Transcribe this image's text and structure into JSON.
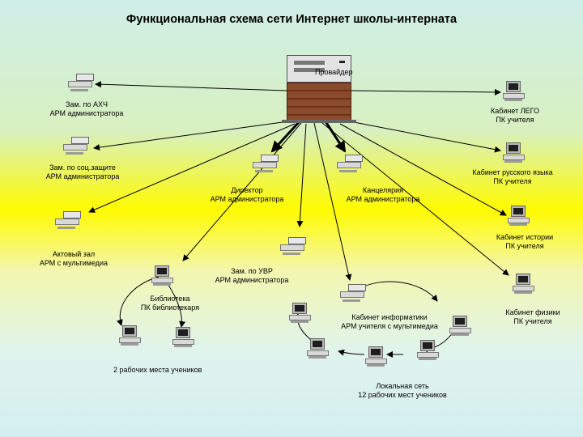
{
  "title": "Функциональная схема сети Интернет школы-интерната",
  "server": {
    "label": "Провайдер"
  },
  "labels": {
    "zam_ahch": "Зам. по АХЧ\nАРМ администратора",
    "lego": "Кабинет ЛЕГО\nПК учителя",
    "zam_soc": "Зам. по соц.защите\nАРМ администратора",
    "russian": "Кабинет русского языка\nПК учителя",
    "director": "Директор\nАРМ администратора",
    "office": "Канцелярия\nАРМ администратора",
    "history": "Кабинет истории\nПК учителя",
    "hall": "Актовый зал\nАРМ с мультимедиа",
    "zam_uvr": "Зам. по УВР\nАРМ администратора",
    "library": "Библиотека\nПК библиотекаря",
    "informatics": "Кабинет информатики\nАРМ учителя с мультимедиа",
    "physics": "Кабинет физики\nПК учителя",
    "students2": "2 рабочих места учеников",
    "lan": "Локальная сеть\n12 рабочих мест учеников"
  },
  "nodes": [
    {
      "name": "pc-zam-ahch",
      "icon": "computer-icon"
    },
    {
      "name": "pc-lego",
      "icon": "computer-icon"
    },
    {
      "name": "pc-zam-soc",
      "icon": "computer-icon"
    },
    {
      "name": "pc-russian",
      "icon": "computer-icon"
    },
    {
      "name": "pc-director",
      "icon": "computer-icon"
    },
    {
      "name": "pc-office",
      "icon": "computer-icon"
    },
    {
      "name": "pc-hall",
      "icon": "computer-icon"
    },
    {
      "name": "pc-history",
      "icon": "computer-icon"
    },
    {
      "name": "pc-zam-uvr",
      "icon": "computer-icon"
    },
    {
      "name": "pc-library",
      "icon": "computer-icon"
    },
    {
      "name": "pc-physics",
      "icon": "computer-icon"
    },
    {
      "name": "pc-informatics-teacher",
      "icon": "computer-icon"
    },
    {
      "name": "pc-lan-1",
      "icon": "computer-icon"
    },
    {
      "name": "pc-lan-2",
      "icon": "computer-icon"
    },
    {
      "name": "pc-lan-3",
      "icon": "computer-icon"
    },
    {
      "name": "pc-lan-4",
      "icon": "computer-icon"
    },
    {
      "name": "pc-lan-5",
      "icon": "computer-icon"
    },
    {
      "name": "pc-student-1",
      "icon": "computer-icon"
    },
    {
      "name": "pc-student-2",
      "icon": "computer-icon"
    }
  ]
}
